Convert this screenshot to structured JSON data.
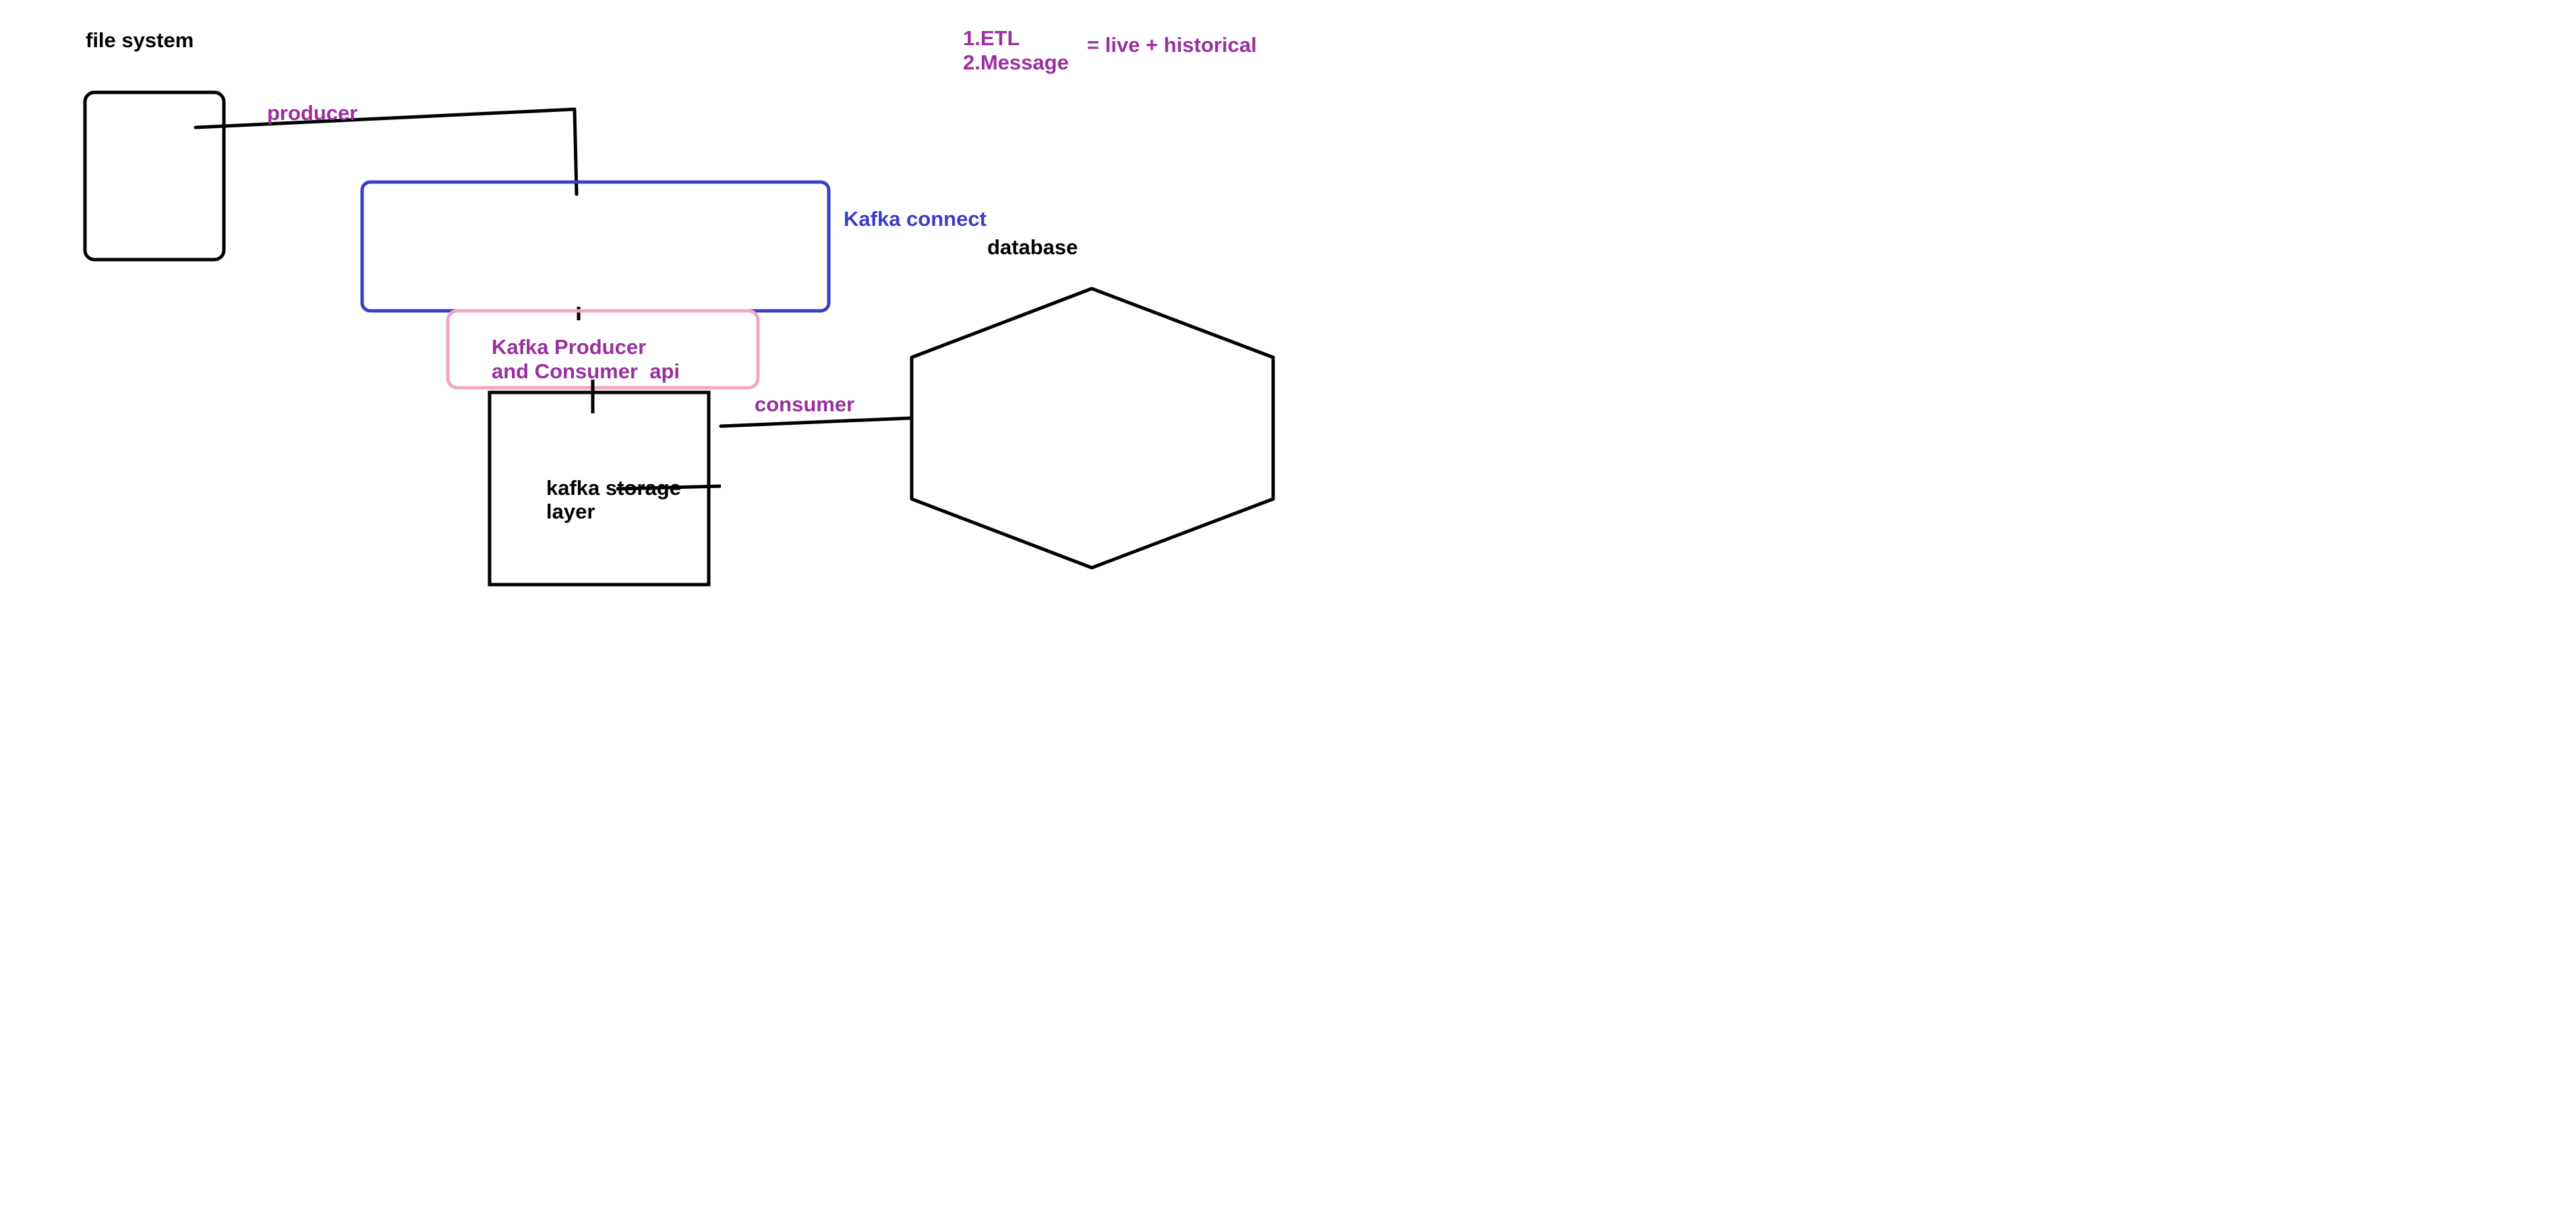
{
  "diagram": {
    "file_system_label": "file system",
    "producer_label": "producer",
    "kafka_connect_label": "Kafka connect",
    "database_label": "database",
    "api_label_line1": "Kafka Producer",
    "api_label_line2": "and Consumer  api",
    "consumer_label": "consumer",
    "storage_label_line1": "kafka storage",
    "storage_label_line2": "layer",
    "note_line1": "1.ETL",
    "note_line2": "2.Message",
    "note_equation": "= live + historical"
  },
  "colors": {
    "ink": "#000000",
    "purple": "#9b2fa0",
    "blue": "#3a3ec4",
    "pink": "#f2a6c6"
  }
}
